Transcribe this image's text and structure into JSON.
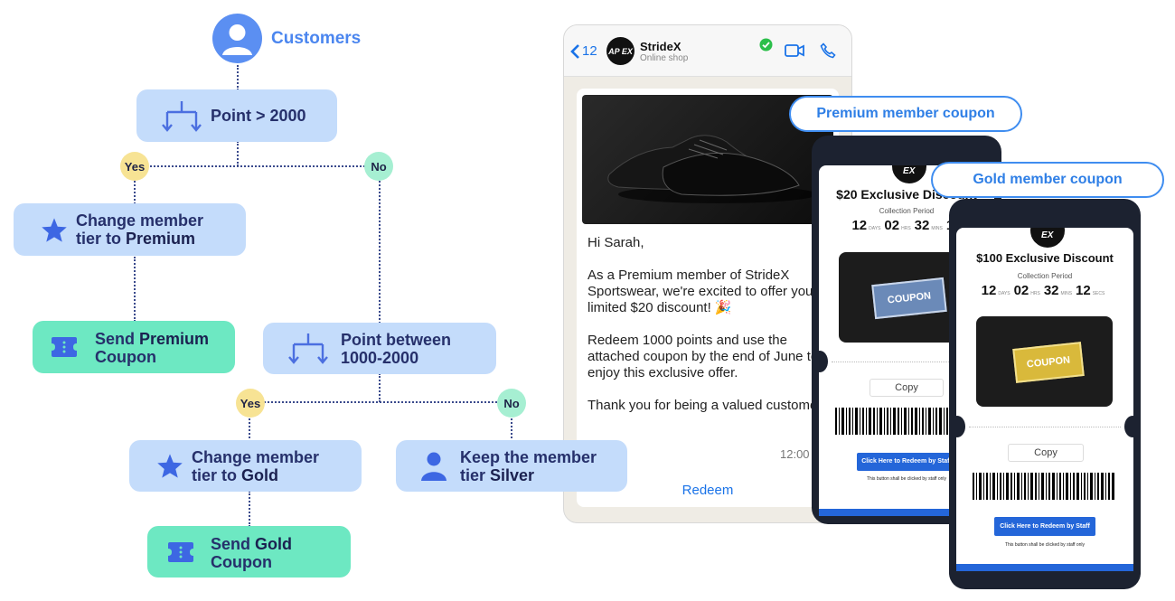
{
  "flow": {
    "start_label": "Customers",
    "point_gt": "Point > 2000",
    "yes": "Yes",
    "no": "No",
    "premium_tier_line1": "Change member",
    "premium_tier_line2a": "tier to ",
    "premium_tier_line2b": "Premium",
    "send_premium_a": "Send ",
    "send_premium_b": "Premium",
    "send_premium_line2": "Coupon",
    "point_between_line1": "Point between",
    "point_between_line2": "1000-2000",
    "gold_tier_line1": "Change member",
    "gold_tier_line2a": "tier to ",
    "gold_tier_line2b": "Gold",
    "keep_line1": "Keep the member",
    "keep_line2a": "tier ",
    "keep_line2b": "Silver",
    "send_gold_a": "Send ",
    "send_gold_b": "Gold",
    "send_gold_line2": "Coupon"
  },
  "chat": {
    "back_count": "12",
    "brand_name": "StrideX",
    "brand_sub": "Online shop",
    "greeting": "Hi Sarah,",
    "para1": "As a Premium member of StrideX Sportswear, we're excited to offer you a limited $20 discount! 🎉",
    "para2": "Redeem 1000 points and use the attached coupon by the end of June to enjoy this exclusive offer.",
    "para3": "Thank you for being a valued customer!",
    "time": "12:00",
    "redeem": "Redeem",
    "logo_text": "AP EX"
  },
  "premium_coupon": {
    "label": "Premium member coupon",
    "title": "$20 Exclusive  Discount",
    "period": "Collection Period",
    "days": "12",
    "days_unit": "DAYS",
    "hrs": "02",
    "hrs_unit": "HRS",
    "mins": "32",
    "mins_unit": "MINS",
    "secs": "12",
    "coupon_word": "COUPON",
    "copy": "Copy",
    "redeem_btn": "Click Here to Redeem by Staff",
    "note": "This button shall be clicked by staff only"
  },
  "gold_coupon": {
    "label": "Gold member coupon",
    "title": "$100 Exclusive  Discount",
    "period": "Collection Period",
    "days": "12",
    "days_unit": "DAYS",
    "hrs": "02",
    "hrs_unit": "HRS",
    "mins": "32",
    "mins_unit": "MINS",
    "secs": "12",
    "secs_unit": "SECS",
    "coupon_word": "COUPON",
    "copy": "Copy",
    "redeem_btn": "Click Here to Redeem by Staff",
    "note": "This button shall be clicked by staff only"
  },
  "colors": {
    "node_blue": "#c4dcfb",
    "node_green": "#6de8c2",
    "accent_blue": "#3f8df0",
    "yes_badge": "#f7e394",
    "no_badge": "#a6efd2",
    "verified_green": "#2bbf4a"
  }
}
